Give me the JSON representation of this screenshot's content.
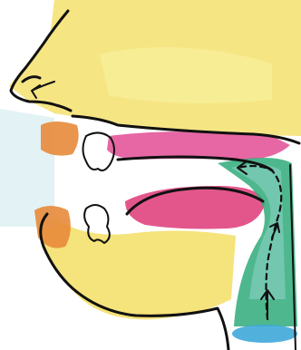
{
  "diagram": {
    "colors": {
      "skin": "#f3dc5a",
      "skin_light": "#f8ef9a",
      "lips": "#e88a3a",
      "palate": "#e3579a",
      "tongue": "#e0447f",
      "airway": "#2faa7a",
      "airway_light": "#8fd6c8",
      "glottis": "#3fa9d8",
      "outline": "#111111",
      "background": "#ffffff"
    },
    "parts": [
      "nose",
      "upper-lip",
      "lower-lip",
      "upper-tooth",
      "lower-tooth",
      "hard-palate",
      "tongue",
      "pharynx",
      "larynx"
    ],
    "airflow": {
      "direction": "upward-then-forward",
      "exits": "nose"
    }
  }
}
